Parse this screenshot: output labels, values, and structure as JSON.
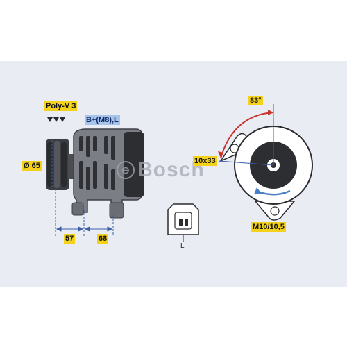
{
  "labels": {
    "pulley": "Poly-V 3",
    "terminal": "B+(M8),L",
    "diameter": "Ø 65",
    "dim_57": "57",
    "dim_68": "68",
    "angle": "83°",
    "bolt_hole": "10x33",
    "thread": "M10/10,5",
    "plug_pin": "L"
  },
  "watermark": {
    "brand": "Bosch"
  },
  "colors": {
    "tag_yellow": "#f4d21b",
    "tag_blue": "#a9c4ea",
    "background": "#e9ecf3",
    "arc_red": "#c8342b",
    "arrow_blue": "#4a7fc8"
  }
}
